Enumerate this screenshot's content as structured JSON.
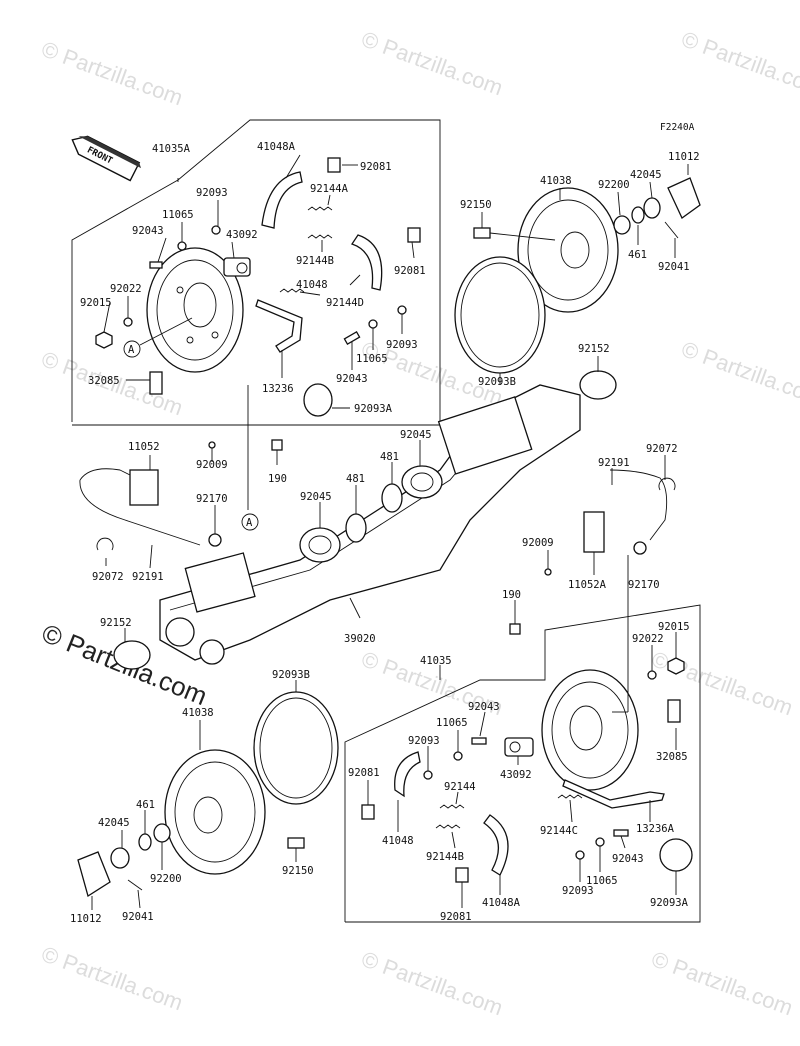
{
  "figure_code": "F2240A",
  "front_label": "FRONT",
  "watermark": "© Partzilla.com",
  "watermark_brand": "© Partzilla.com",
  "callout_letter": "A",
  "parts": {
    "p41035A": "41035A",
    "p41048A_top": "41048A",
    "p92081_top1": "92081",
    "p92093_top": "92093",
    "p92144A": "92144A",
    "p11065_top": "11065",
    "p92043_top": "92043",
    "p43092_top": "43092",
    "p92144B_top": "92144B",
    "p92081_top2": "92081",
    "p41048_top": "41048",
    "p92022_top": "92022",
    "p92015_top": "92015",
    "p92144D": "92144D",
    "p92093_top2": "92093",
    "p11065_top2": "11065",
    "p92043_top2": "92043",
    "p32085_top": "32085",
    "p13236": "13236",
    "p92093A_top": "92093A",
    "p41038_top": "41038",
    "p92200_top": "92200",
    "p42045_top": "42045",
    "p11012_top": "11012",
    "p92150_top": "92150",
    "p461_top": "461",
    "p92041_top": "92041",
    "p92093B_top": "92093B",
    "p92152_top": "92152",
    "p11052": "11052",
    "p92009_left": "92009",
    "p190_top": "190",
    "p92045_top": "92045",
    "p481_top": "481",
    "p92072_right": "92072",
    "p92191_right": "92191",
    "p92170_left": "92170",
    "p92045_mid": "92045",
    "p481_mid": "481",
    "p92009_right": "92009",
    "p11052A": "11052A",
    "p92170_right": "92170",
    "p92072_left": "92072",
    "p92191_left": "92191",
    "p190_bot": "190",
    "p92152_bot": "92152",
    "p39020": "39020",
    "p41035": "41035",
    "p92022_bot": "92022",
    "p92015_bot": "92015",
    "p92093B_bot": "92093B",
    "p41038_bot": "41038",
    "p92043_bot": "92043",
    "p11065_bot": "11065",
    "p92093_bot": "92093",
    "p43092_bot": "43092",
    "p32085_bot": "32085",
    "p92081_bot1": "92081",
    "p92144": "92144",
    "p13236A": "13236A",
    "p461_bot": "461",
    "p42045_bot": "42045",
    "p92144C": "92144C",
    "p41048_bot": "41048",
    "p92144B_bot": "92144B",
    "p92043_bot2": "92043",
    "p92200_bot": "92200",
    "p92150_bot": "92150",
    "p11065_bot2": "11065",
    "p92093_bot2": "92093",
    "p92093A_bot": "92093A",
    "p11012_bot": "11012",
    "p92041_bot": "92041",
    "p92081_bot2": "92081",
    "p41048A_bot": "41048A"
  }
}
